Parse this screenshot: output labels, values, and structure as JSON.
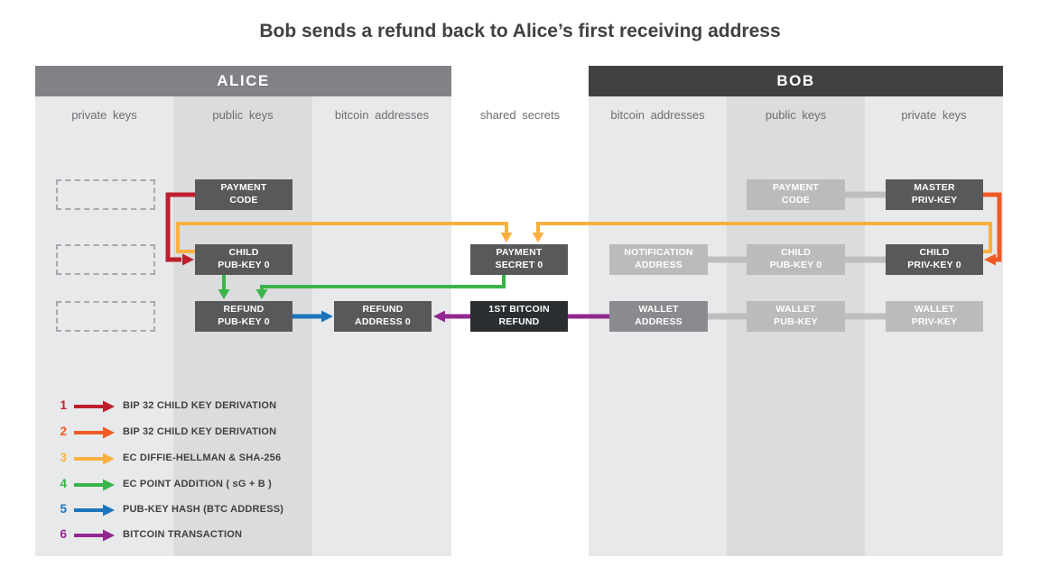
{
  "title": "Bob sends a refund back to Alice’s first receiving address",
  "alice": {
    "header": "ALICE",
    "columns": [
      "private keys",
      "public keys",
      "bitcoin addresses"
    ],
    "boxes": {
      "payment_code": "PAYMENT\nCODE",
      "child_pub_key": "CHILD\nPUB-KEY 0",
      "refund_pub_key": "REFUND\nPUB-KEY 0",
      "refund_address": "REFUND\nADDRESS 0"
    }
  },
  "shared": {
    "column": "shared secrets",
    "boxes": {
      "payment_secret": "PAYMENT\nSECRET 0",
      "bitcoin_refund": "1ST BITCOIN\nREFUND"
    }
  },
  "bob": {
    "header": "BOB",
    "columns": [
      "bitcoin addresses",
      "public keys",
      "private keys"
    ],
    "boxes": {
      "notification_address": "NOTIFICATION\nADDRESS",
      "wallet_address": "WALLET\nADDRESS",
      "payment_code": "PAYMENT\nCODE",
      "child_pub_key": "CHILD\nPUB-KEY 0",
      "wallet_pub_key": "WALLET\nPUB-KEY",
      "master_priv_key": "MASTER\nPRIV-KEY",
      "child_priv_key": "CHILD\nPRIV-KEY 0",
      "wallet_priv_key": "WALLET\nPRIV-KEY"
    }
  },
  "legend": {
    "items": [
      {
        "num": "1",
        "label": "BIP 32 CHILD KEY DERIVATION",
        "color": "#be1e2d"
      },
      {
        "num": "2",
        "label": "BIP 32 CHILD KEY DERIVATION",
        "color": "#f15a24"
      },
      {
        "num": "3",
        "label": "EC DIFFIE-HELLMAN & SHA-256",
        "color": "#fbb040"
      },
      {
        "num": "4",
        "label": "EC POINT ADDITION ( sG + B )",
        "color": "#39b54a"
      },
      {
        "num": "5",
        "label": "PUB-KEY HASH (BTC ADDRESS)",
        "color": "#1c75bc"
      },
      {
        "num": "6",
        "label": "BITCOIN TRANSACTION",
        "color": "#92278f"
      }
    ]
  },
  "colors": {
    "alice_header_bg": "#808285",
    "bob_header_bg": "#414042",
    "connector_gray": "#bcbec0",
    "box_dark": "#58595b",
    "box_light": "#b9bbbd",
    "box_mid": "#898b8e",
    "box_black": "#2b2e30",
    "column_light": "#e8e9ea",
    "column_dark": "#dbdcdd",
    "title_text": "#414042"
  }
}
